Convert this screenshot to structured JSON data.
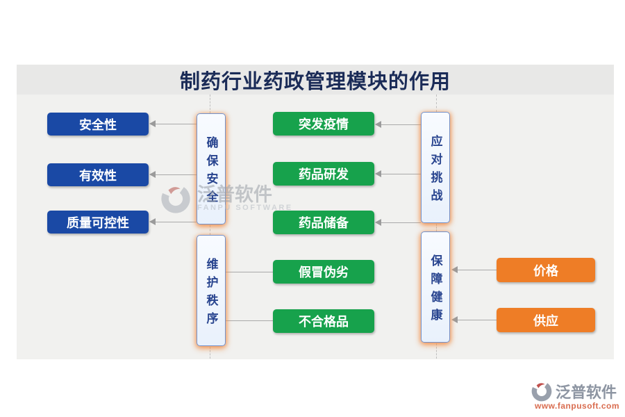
{
  "title": "制药行业药政管理模块的作用",
  "colors": {
    "blue_node": "#1a49a5",
    "green_node": "#17a24c",
    "orange_node": "#ee7d26",
    "hub_fill": "#eef4fd",
    "hub_border": "#7291cb",
    "hub_text": "#28448f",
    "hub_glow": "#f2924d",
    "title_text": "#1a2b57",
    "title_strip_bg": "#e8e8e7",
    "body_bg": "#f1f1ef",
    "connector_gray": "#a9a9a9"
  },
  "hubs": {
    "ensure_safety": "确保安全",
    "maintain_order": "维护秩序",
    "meet_challenges": "应对挑战",
    "protect_health": "保障健康"
  },
  "nodes": {
    "safety": "安全性",
    "effectiveness": "有效性",
    "quality_control": "质量可控性",
    "epidemic": "突发疫情",
    "drug_rnd": "药品研发",
    "drug_reserve": "药品储备",
    "counterfeit": "假冒伪劣",
    "nonconforming": "不合格品",
    "price": "价格",
    "supply": "供应"
  },
  "watermark": {
    "cn": "泛普软件",
    "en": "FANPU SOFTWARE"
  },
  "brand": {
    "cn": "泛普软件",
    "url": "www.fanpusoft.com"
  }
}
